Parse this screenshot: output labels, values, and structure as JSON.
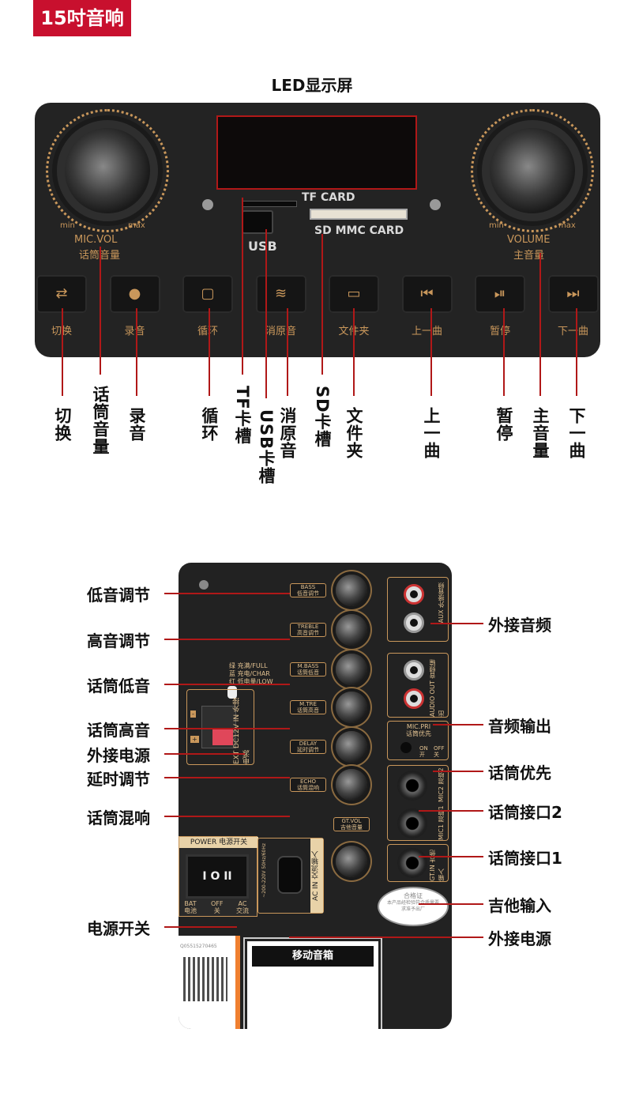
{
  "header": {
    "tag": "15吋音响",
    "led_title": "LED显示屏"
  },
  "top_panel": {
    "tf_card": "TF CARD",
    "sd_card": "SD MMC CARD",
    "usb": "USB",
    "mic_vol": {
      "en": "MIC.VOL",
      "cn": "话筒音量",
      "min": "min",
      "max": "max"
    },
    "volume": {
      "en": "VOLUME",
      "cn": "主音量",
      "min": "min",
      "max": "max"
    },
    "buttons": [
      {
        "icon": "⇄",
        "label": "切换"
      },
      {
        "icon": "●",
        "label": "录音"
      },
      {
        "icon": "▢",
        "label": "循环"
      },
      {
        "icon": "≋",
        "label": "消原音"
      },
      {
        "icon": "▭",
        "label": "文件夹"
      },
      {
        "icon": "⏮",
        "label": "上一曲"
      },
      {
        "icon": "⏯",
        "label": "暂停"
      },
      {
        "icon": "⏭",
        "label": "下一曲"
      }
    ]
  },
  "top_callouts": [
    "切换",
    "话筒音量",
    "录音",
    "循环",
    "TF卡槽",
    "USB卡槽",
    "消原音",
    "SD卡槽",
    "文件夹",
    "上一曲",
    "暂停",
    "主音量",
    "下一曲"
  ],
  "rear_panel": {
    "knobs": [
      {
        "en": "BASS",
        "cn": "低音调节"
      },
      {
        "en": "TREBLE",
        "cn": "高音调节"
      },
      {
        "en": "M.BASS",
        "cn": "话筒低音"
      },
      {
        "en": "M.TRE",
        "cn": "话筒高音"
      },
      {
        "en": "DELAY",
        "cn": "延时调节"
      },
      {
        "en": "ECHO",
        "cn": "话筒混响"
      },
      {
        "en": "GT.VOL",
        "cn": "吉他音量"
      }
    ],
    "battery_legend": [
      "绿 充满/FULL",
      "蓝 充电/CHAR",
      "红 低电量/LOW"
    ],
    "ext_power": "EXT DC12V IN 外接电源",
    "aux": "AUX 外接音频",
    "audio_out": "AUDIO OUT 音频输出",
    "mic_pri": {
      "en": "MIC.PRI",
      "cn": "话筒优先",
      "on": "ON",
      "on_cn": "开",
      "off": "OFF",
      "off_cn": "关"
    },
    "mic2": "MIC2 混响2",
    "mic1": "MIC1 混响1",
    "gt_in": "GT.IN 吉他输入",
    "power": {
      "title": "POWER 电源开关",
      "switch": "I O II",
      "bat": "BAT",
      "bat_cn": "电池",
      "off": "OFF",
      "off_cn": "关",
      "ac": "AC",
      "ac_cn": "交流"
    },
    "ac_in": "AC IN 交流输入",
    "ac_spec": "~200-220V 50Hz/60Hz",
    "cert": {
      "title": "合格证",
      "text": "本产品经检验符合质量要求准予出厂"
    },
    "product_label": "移动音箱",
    "sticker_code": "Q05515270465"
  },
  "left_callouts": [
    "低音调节",
    "高音调节",
    "话筒低音",
    "话筒高音",
    "外接电源",
    "延时调节",
    "话筒混响",
    "电源开关"
  ],
  "right_callouts": [
    "外接音频",
    "音频输出",
    "话筒优先",
    "话筒接口2",
    "话筒接口1",
    "吉他输入",
    "外接电源"
  ]
}
